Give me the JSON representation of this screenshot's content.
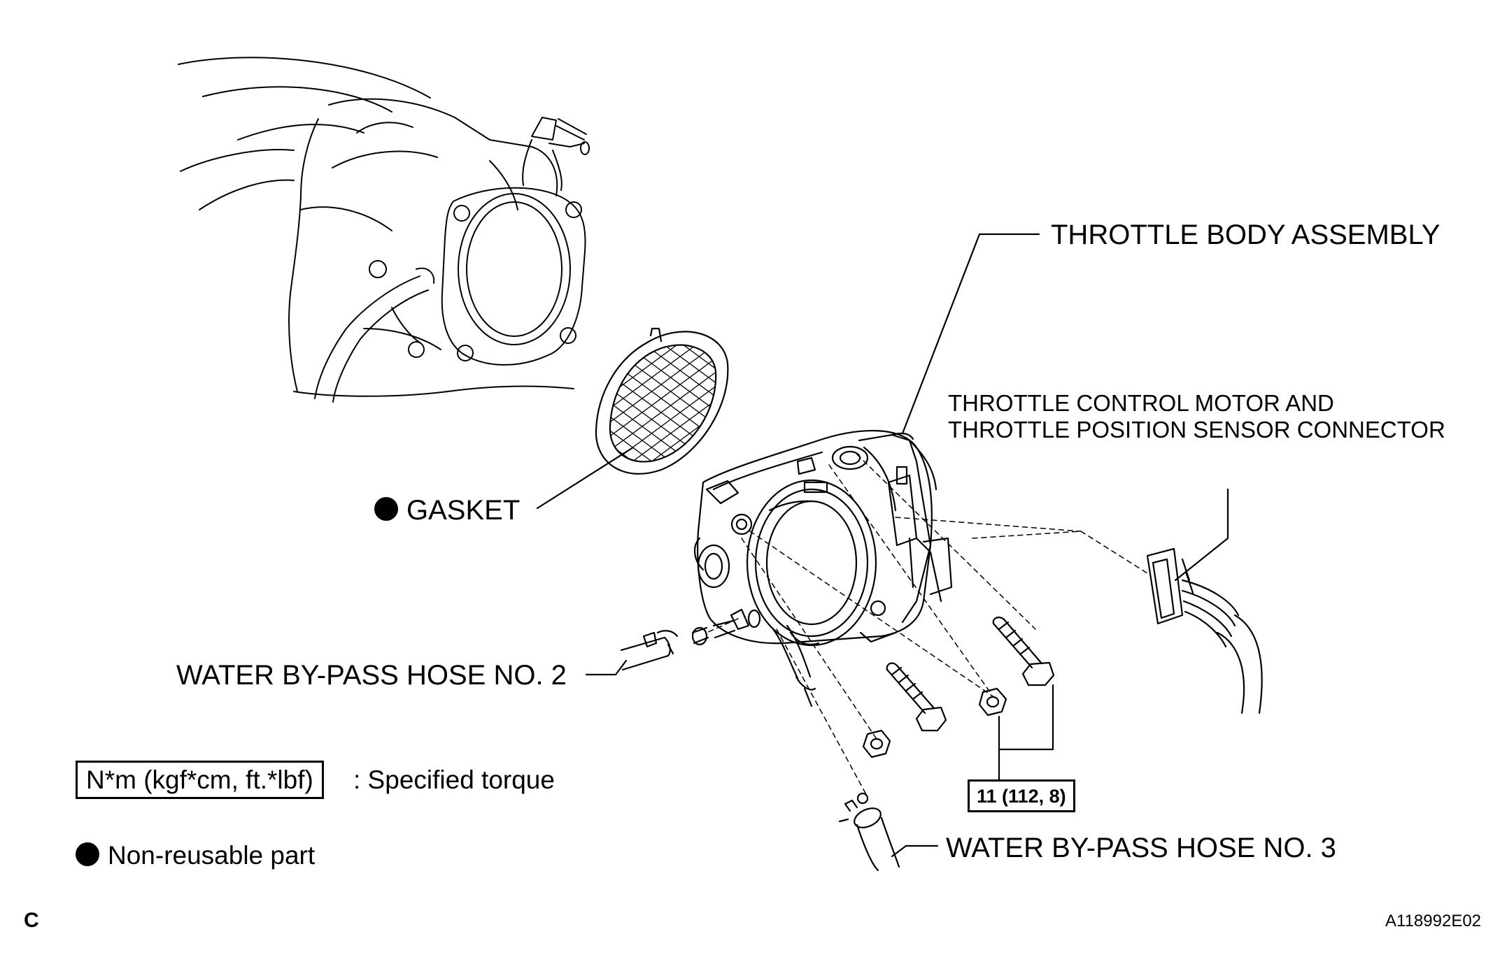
{
  "labels": {
    "throttle_body": "THROTTLE BODY ASSEMBLY",
    "connector_line1": "THROTTLE CONTROL MOTOR AND",
    "connector_line2": "THROTTLE POSITION SENSOR CONNECTOR",
    "gasket": "GASKET",
    "hose2": "WATER BY-PASS HOSE NO. 2",
    "hose3": "WATER BY-PASS HOSE NO. 3",
    "torque_value": "11 (112, 8)"
  },
  "legend": {
    "torque_unit": "N*m (kgf*cm, ft.*lbf)",
    "torque_text": ": Specified torque",
    "nonreusable_text": "Non-reusable part"
  },
  "footer": {
    "corner_letter": "C",
    "figure_id": "A118992E02"
  },
  "icons": {
    "nonreusable_marker": "filled-circle-icon"
  }
}
